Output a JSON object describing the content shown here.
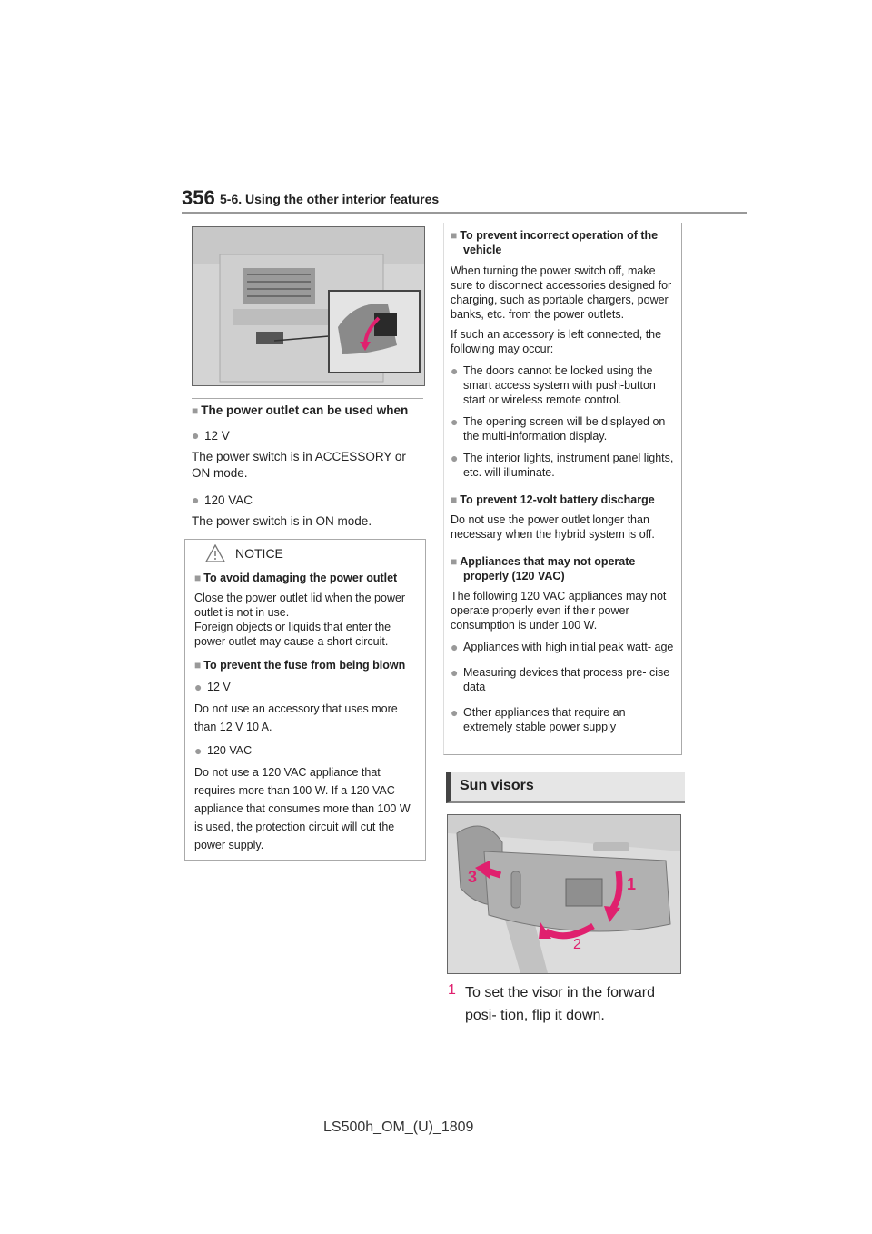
{
  "header": {
    "page_number": "356",
    "section": "5-6. Using the other interior features"
  },
  "left": {
    "heading": "The power outlet can be used when",
    "items": [
      {
        "label": "12 V",
        "text": "The power switch is in ACCESSORY or ON mode."
      },
      {
        "label": "120 VAC",
        "text": "The power switch is in ON mode."
      }
    ],
    "notice": {
      "title": "NOTICE",
      "h1": "To avoid damaging the power outlet",
      "p1a": "Close the power outlet lid when the power outlet is not in use.",
      "p1b": "Foreign objects or liquids that enter the power outlet may cause a short circuit.",
      "h2": "To prevent the fuse from being blown",
      "b1_label": "12 V",
      "b1_text": "Do not use an accessory that uses more than 12 V 10 A.",
      "b2_label": "120 VAC",
      "b2_text": "Do not use a 120 VAC appliance that requires more than 100 W. If a 120 VAC appliance that consumes more than 100 W is used, the protection circuit will cut the power supply."
    }
  },
  "right": {
    "h1": "To prevent incorrect operation of the vehicle",
    "p1": "When turning the power switch off, make sure to disconnect accessories designed for charging, such as portable chargers, power banks, etc. from the power outlets.",
    "p2": "If such an accessory is left connected, the following may occur:",
    "effects": [
      "The doors cannot be locked using the smart access system with push-button start or wireless remote control.",
      "The opening screen will be displayed on the multi-information display.",
      "The interior lights, instrument panel lights, etc. will illuminate."
    ],
    "h2": "To prevent 12-volt battery discharge",
    "p3": "Do not use the power outlet longer than necessary when the hybrid system is off.",
    "h3": "Appliances that may not operate properly (120 VAC)",
    "p4": "The following 120 VAC appliances may not operate properly even if their power consumption is under 100 W.",
    "appliances": [
      "Appliances with high initial peak watt- age",
      "Measuring devices that process pre- cise data",
      "Other appliances that require an extremely stable power supply"
    ]
  },
  "sun_visors": {
    "title": "Sun visors",
    "labels": [
      "1",
      "2",
      "3"
    ],
    "step_num": "1",
    "step_text": "To set the visor in the forward posi- tion, flip it down."
  },
  "footer": "LS500h_OM_(U)_1809",
  "colors": {
    "accent": "#e0206e",
    "bullet": "#999999"
  }
}
